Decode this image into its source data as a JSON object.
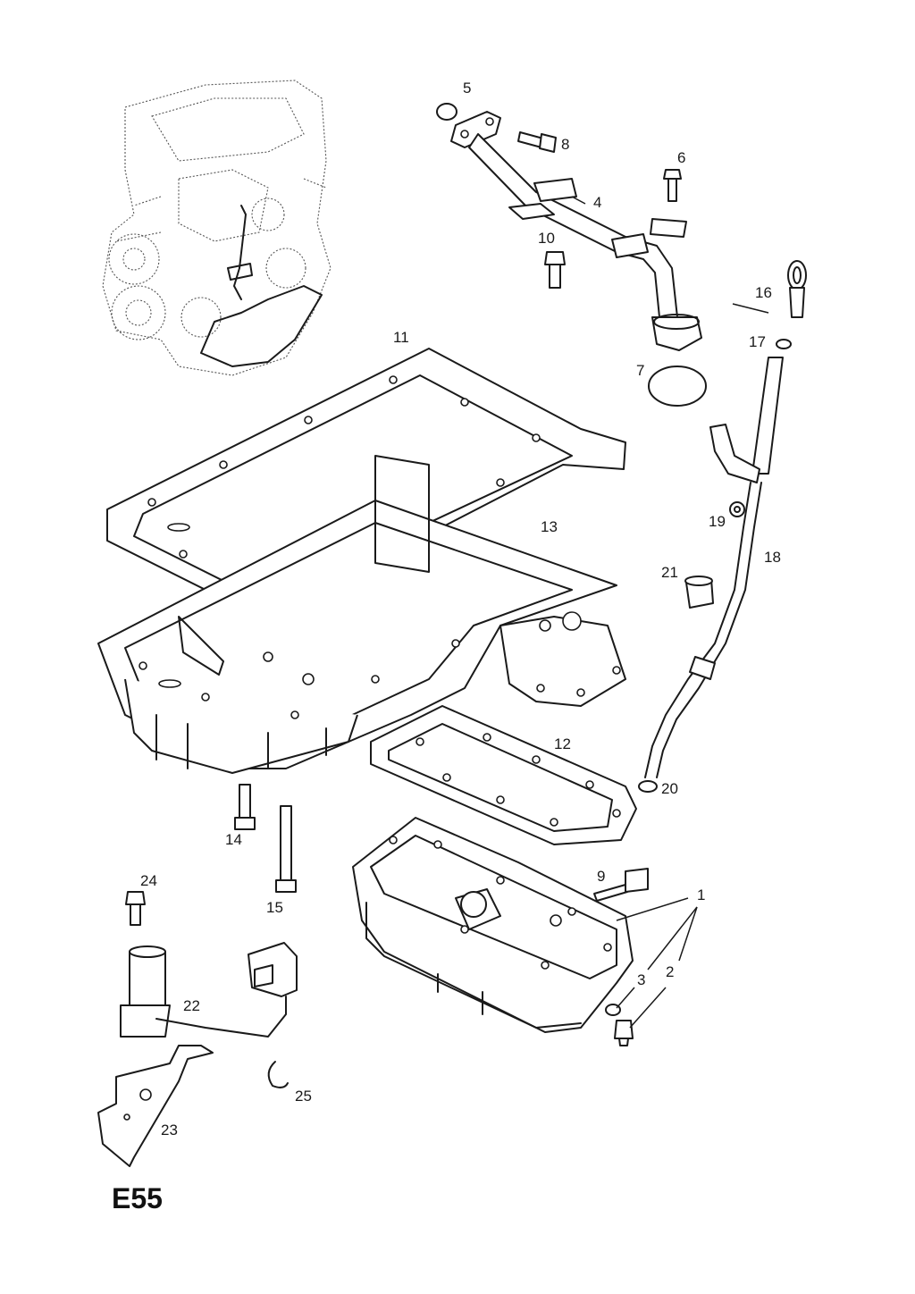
{
  "page_code": "E55",
  "callouts": [
    "1",
    "2",
    "3",
    "4",
    "5",
    "6",
    "7",
    "8",
    "9",
    "10",
    "11",
    "12",
    "13",
    "14",
    "15",
    "16",
    "17",
    "18",
    "19",
    "20",
    "21",
    "22",
    "23",
    "24",
    "25"
  ]
}
